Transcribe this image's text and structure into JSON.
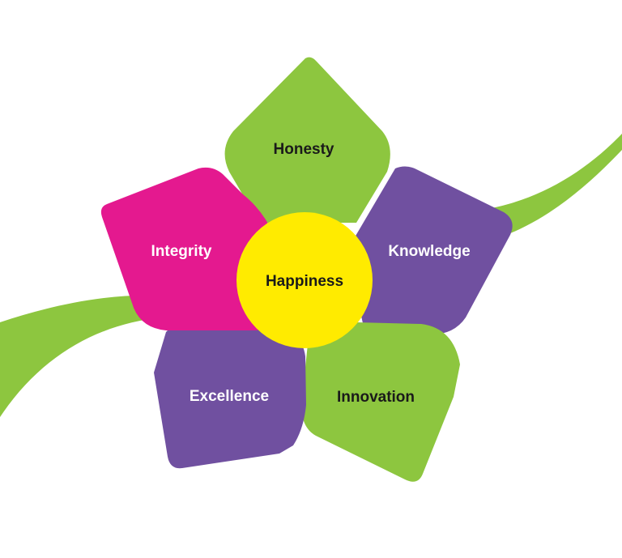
{
  "diagram": {
    "center": {
      "label": "Happiness",
      "color": "#FFEB00",
      "text_color": "#1A1A1A"
    },
    "petals": [
      {
        "id": "honesty",
        "label": "Honesty",
        "color": "#8DC63F",
        "text_color": "#1A1A1A"
      },
      {
        "id": "knowledge",
        "label": "Knowledge",
        "color": "#7050A0",
        "text_color": "#FFFFFF"
      },
      {
        "id": "innovation",
        "label": "Innovation",
        "color": "#8DC63F",
        "text_color": "#1A1A1A"
      },
      {
        "id": "excellence",
        "label": "Excellence",
        "color": "#7050A0",
        "text_color": "#FFFFFF"
      },
      {
        "id": "integrity",
        "label": "Integrity",
        "color": "#E4198F",
        "text_color": "#FFFFFF"
      }
    ],
    "stem_color": "#8DC63F"
  }
}
